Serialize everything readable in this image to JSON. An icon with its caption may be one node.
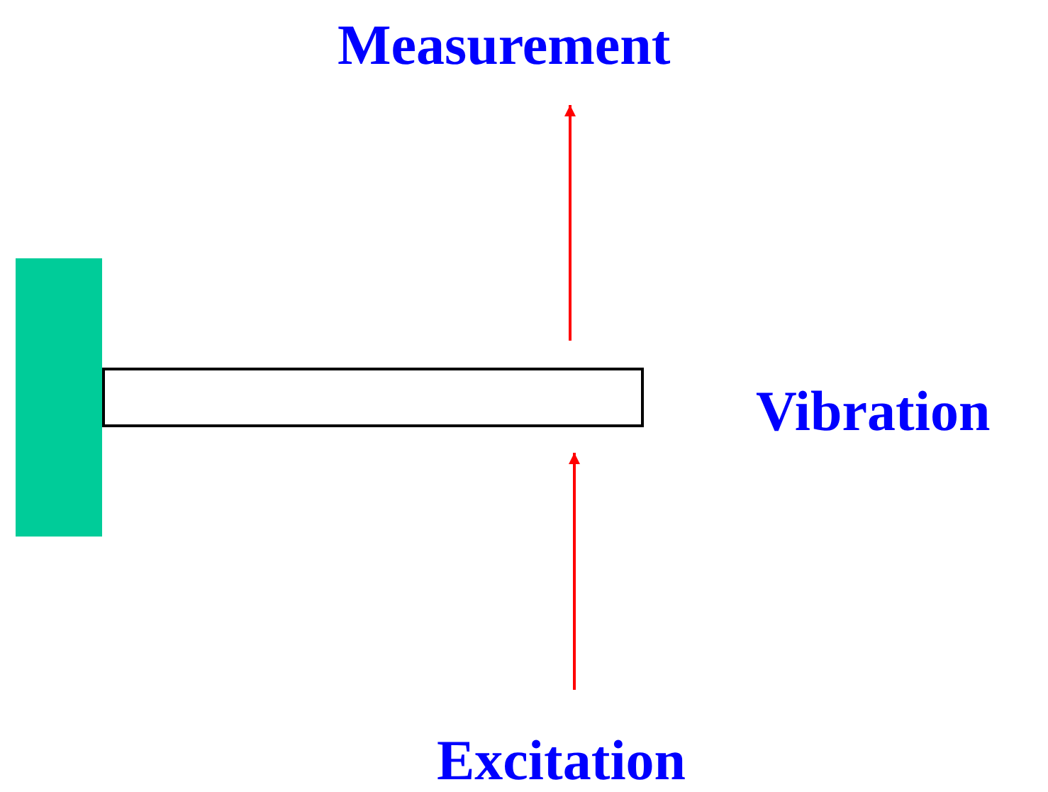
{
  "diagram": {
    "nodes": [
      {
        "text": [],
        "shape": "box"
      },
      {
        "text": [],
        "shape": "box"
      },
      {
        "text": [
          "Measurement"
        ]
      },
      {
        "text": [
          "Excitation"
        ]
      }
    ],
    "edges": [
      {
        "from": 1,
        "to": 2,
        "arrow": "to",
        "color": "#ff0000"
      },
      {
        "from": 3,
        "to": 1,
        "arrow": "to",
        "color": "#ff0000"
      }
    ],
    "labels": [
      "Vibration"
    ]
  }
}
